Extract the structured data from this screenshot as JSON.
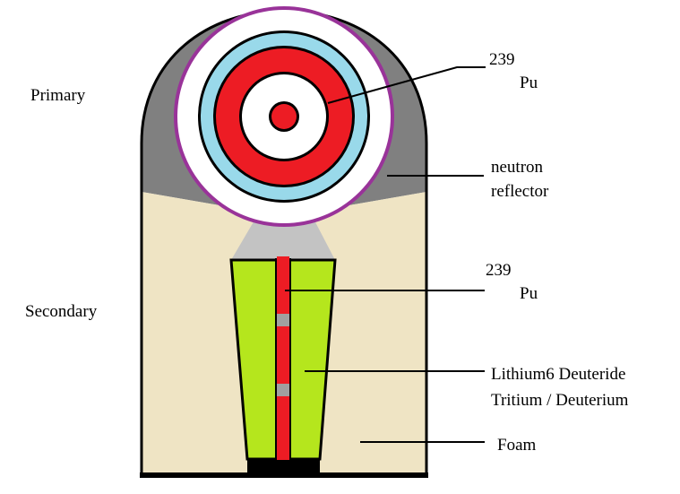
{
  "labels": {
    "primary": "Primary",
    "secondary": "Secondary",
    "pu_top_mass": "239",
    "pu_top_symbol": "Pu",
    "reflector_line1": "neutron",
    "reflector_line2": "reflector",
    "pu_bottom_mass": "239",
    "pu_bottom_symbol": "Pu",
    "fuel_line1": "Lithium6 Deuteride",
    "fuel_line2": "Tritium / Deuterium",
    "foam": "Foam"
  },
  "colors": {
    "casing": "#808080",
    "foam": "#efe4c4",
    "reflector_ring": "#993399",
    "pit_red": "#ed1c24",
    "pit_blue": "#99d9ea",
    "pit_white": "#ffffff",
    "funnel": "#c3c3c3",
    "fuel_green": "#b5e61d",
    "spark_gray": "#a0a0a0",
    "outline": "#000000"
  }
}
